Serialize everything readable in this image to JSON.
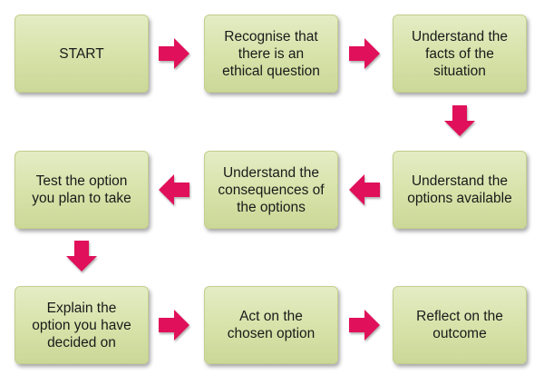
{
  "flowchart": {
    "steps": [
      {
        "label": "START"
      },
      {
        "label": "Recognise that\nthere is an\nethical question"
      },
      {
        "label": "Understand the\nfacts of the\nsituation"
      },
      {
        "label": "Understand the\noptions available"
      },
      {
        "label": "Understand the\nconsequences  of\nthe options"
      },
      {
        "label": "Test the option\nyou plan to take"
      },
      {
        "label": "Explain the\noption you have\ndecided on"
      },
      {
        "label": "Act on the\nchosen option"
      },
      {
        "label": "Reflect on the\noutcome"
      }
    ],
    "colors": {
      "box_fill": "#d6e2a8",
      "arrow_fill": "#e0105a"
    }
  }
}
